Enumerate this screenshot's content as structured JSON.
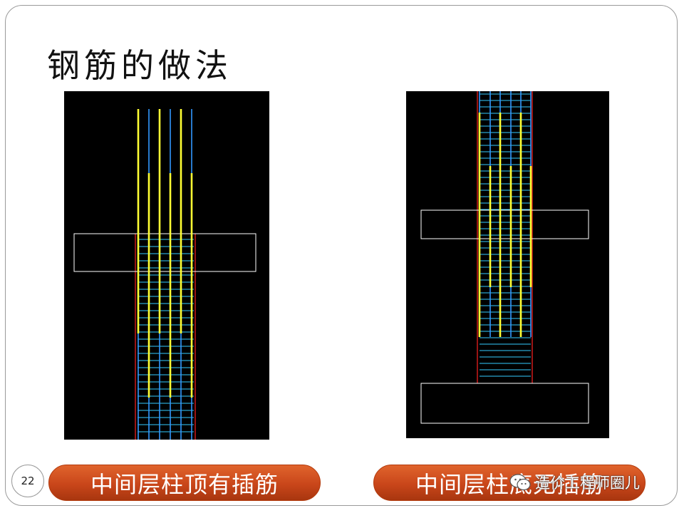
{
  "slide": {
    "title": "钢筋的做法",
    "page_number": "22"
  },
  "figures": [
    {
      "caption": "中间层柱顶有插筋"
    },
    {
      "caption": "中间层柱底无插筋"
    }
  ],
  "watermark": {
    "text": "造价工程师圈儿",
    "icon": "wechat-icon"
  },
  "colors": {
    "background": "#000000",
    "main_bar": "#ffff33",
    "dowel_bar": "#3399ff",
    "stirrup": "#33ccff",
    "beam_outline": "#ffffff",
    "column_edge": "#ff2222",
    "caption_bg": "#c9461a"
  }
}
